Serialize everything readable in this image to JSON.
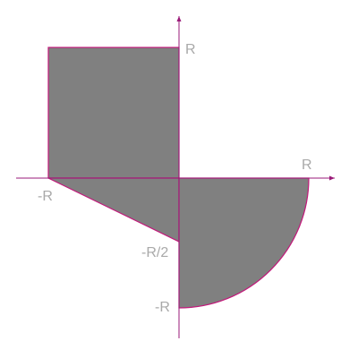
{
  "colors": {
    "fill": "#808080",
    "stroke": "#c2187a",
    "axis": "#9a1a78",
    "label": "#a9a9a9",
    "background": "#ffffff"
  },
  "labels": {
    "x_pos": "R",
    "x_neg": "-R",
    "y_pos": "R",
    "y_neg_half": "-R/2",
    "y_neg": "-R"
  },
  "region": {
    "quadrant_2": "square",
    "quadrant_3": "triangle",
    "quadrant_4": "quarter-circle"
  }
}
